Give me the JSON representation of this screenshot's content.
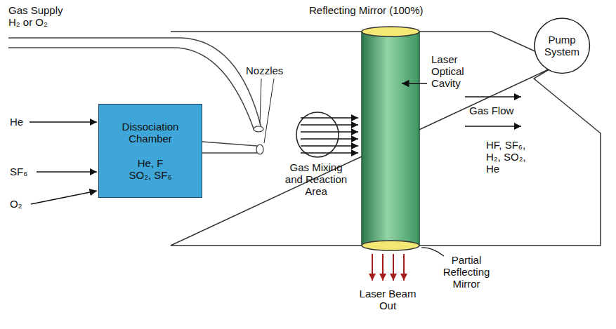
{
  "diagram": {
    "nodes": [
      {
        "text": [
          "Dissociation Chamber",
          "He, F SO₂, SF₆"
        ]
      },
      {
        "text": [
          "Pump System"
        ]
      }
    ],
    "labels": [
      "Gas Supply H₂ or O₂",
      "He",
      "SF₆",
      "O₂",
      "Reflecting Mirror (100%)",
      "Nozzles",
      "Laser Optical Cavity",
      "Gas Mixing and Reaction Area",
      "Gas Flow",
      "HF, SF₆, H₂, SO₂, He",
      "Partial Reflecting Mirror",
      "Laser Beam Out"
    ]
  }
}
